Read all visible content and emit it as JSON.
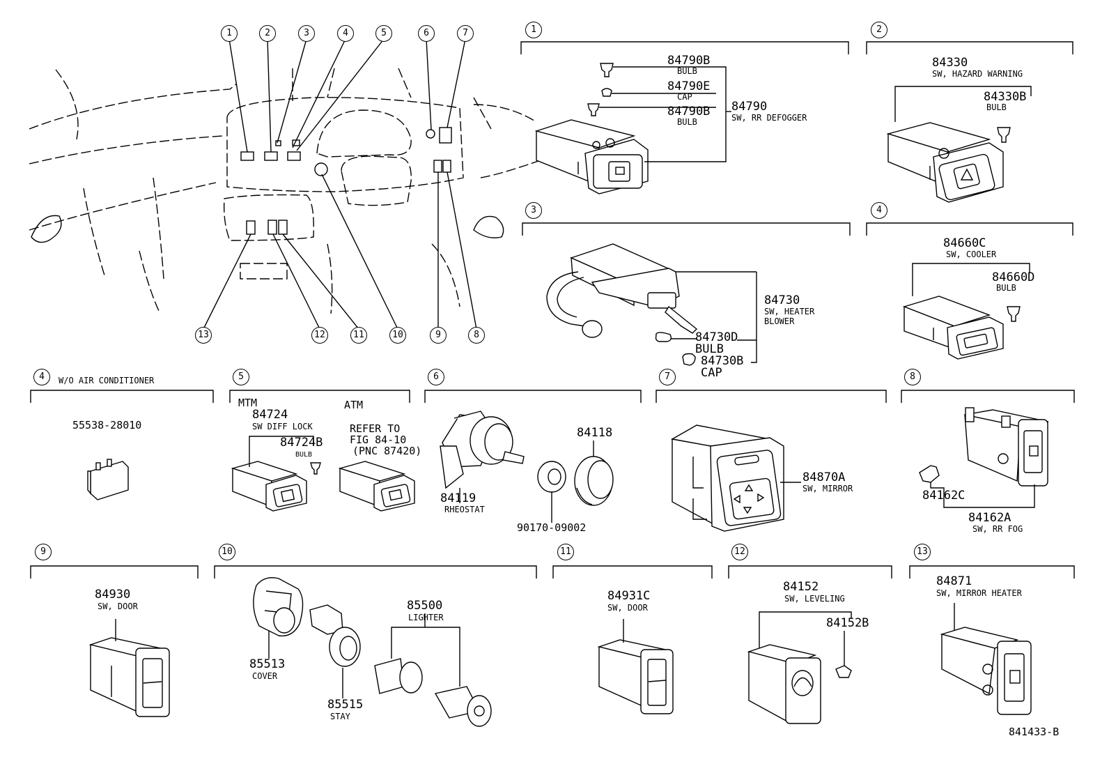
{
  "drawing_number": "841433-B",
  "overview": {
    "top_callouts": [
      "1",
      "2",
      "3",
      "4",
      "5",
      "6",
      "7"
    ],
    "bottom_callouts": [
      "13",
      "12",
      "11",
      "10",
      "9",
      "8"
    ]
  },
  "panels": {
    "p1": {
      "callout": "1",
      "parts": [
        {
          "number": "84790B",
          "name": "BULB"
        },
        {
          "number": "84790E",
          "name": "CAP"
        },
        {
          "number": "84790B",
          "name": "BULB"
        },
        {
          "number": "84790",
          "name": "SW, RR DEFOGGER"
        }
      ]
    },
    "p2": {
      "callout": "2",
      "parts": [
        {
          "number": "84330",
          "name": "SW, HAZARD WARNING"
        },
        {
          "number": "84330B",
          "name": "BULB"
        }
      ]
    },
    "p3": {
      "callout": "3",
      "parts": [
        {
          "number": "84730",
          "name": "SW, HEATER",
          "name2": "BLOWER"
        },
        {
          "number": "84730D",
          "name": "BULB"
        },
        {
          "number": "84730B",
          "name": "CAP"
        }
      ]
    },
    "p4": {
      "callout": "4",
      "parts": [
        {
          "number": "84660C",
          "name": "SW, COOLER"
        },
        {
          "number": "84660D",
          "name": "BULB"
        }
      ]
    },
    "p4b": {
      "callout": "4",
      "title": "W/O AIR CONDITIONER",
      "parts": [
        {
          "number": "55538-28010"
        }
      ]
    },
    "p5": {
      "callout": "5",
      "mtm": "MTM",
      "atm": "ATM",
      "parts": [
        {
          "number": "84724",
          "name": "SW DIFF LOCK"
        },
        {
          "number": "84724B",
          "name": "BULB"
        }
      ],
      "refer": [
        "REFER TO",
        "FIG 84-10",
        "(PNC 87420)"
      ]
    },
    "p6": {
      "callout": "6",
      "parts": [
        {
          "number": "84119",
          "name": "RHEOSTAT"
        },
        {
          "number": "84118"
        },
        {
          "number": "90170-09002"
        }
      ]
    },
    "p7": {
      "callout": "7",
      "parts": [
        {
          "number": "84870A",
          "name": "SW, MIRROR"
        }
      ]
    },
    "p8": {
      "callout": "8",
      "parts": [
        {
          "number": "84162C"
        },
        {
          "number": "84162A",
          "name": "SW, RR FOG"
        }
      ]
    },
    "p9": {
      "callout": "9",
      "parts": [
        {
          "number": "84930",
          "name": "SW, DOOR"
        }
      ]
    },
    "p10": {
      "callout": "10",
      "parts": [
        {
          "number": "85513",
          "name": "COVER"
        },
        {
          "number": "85515",
          "name": "STAY"
        },
        {
          "number": "85500",
          "name": "LIGHTER"
        }
      ]
    },
    "p11": {
      "callout": "11",
      "parts": [
        {
          "number": "84931C",
          "name": "SW, DOOR"
        }
      ]
    },
    "p12": {
      "callout": "12",
      "parts": [
        {
          "number": "84152",
          "name": "SW, LEVELING"
        },
        {
          "number": "84152B"
        }
      ]
    },
    "p13": {
      "callout": "13",
      "parts": [
        {
          "number": "84871",
          "name": "SW, MIRROR HEATER"
        }
      ]
    }
  }
}
